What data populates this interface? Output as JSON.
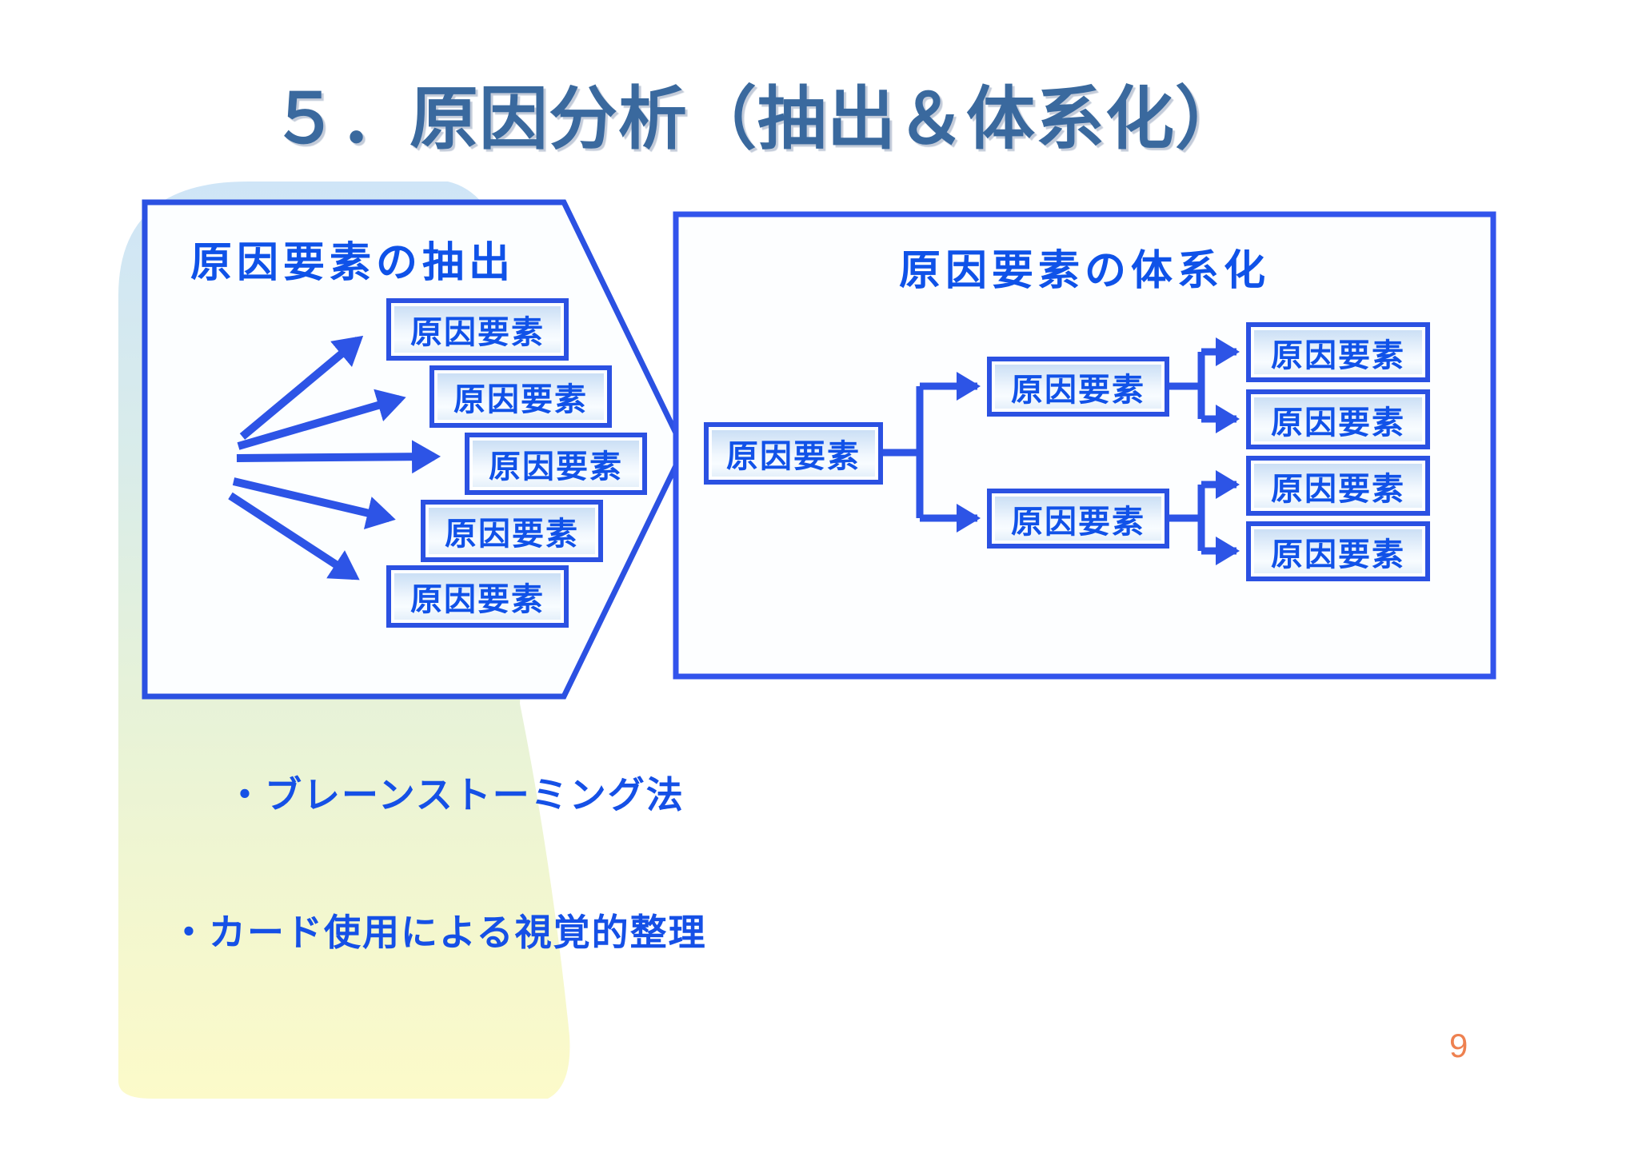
{
  "slide": {
    "title": "５．原因分析（抽出＆体系化）",
    "page_number": "9"
  },
  "left_panel": {
    "title": "原因要素の抽出",
    "boxes": [
      "原因要素",
      "原因要素",
      "原因要素",
      "原因要素",
      "原因要素"
    ]
  },
  "right_panel": {
    "title": "原因要素の体系化",
    "root": "原因要素",
    "branches": [
      "原因要素",
      "原因要素"
    ],
    "leaves": [
      "原因要素",
      "原因要素",
      "原因要素",
      "原因要素"
    ]
  },
  "bullets": [
    "・ブレーンストーミング法",
    "・カード使用による視覚的整理"
  ],
  "colors": {
    "diagram_blue": "#2b51e2",
    "box_text_blue": "#1152e8",
    "title_steel_blue": "#3a699e",
    "page_number_orange": "#ee8150",
    "blob_top_blue": "#cfe5f7",
    "blob_bottom_yellow": "#fcfac9"
  }
}
